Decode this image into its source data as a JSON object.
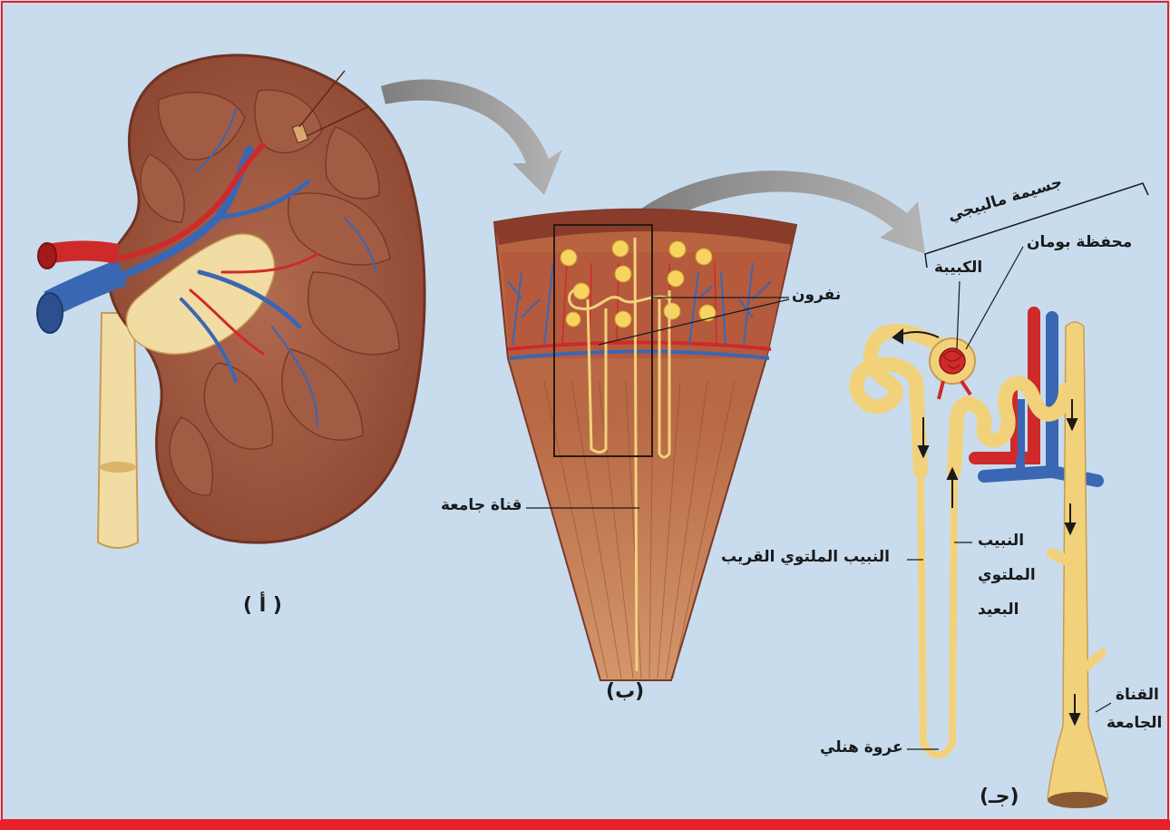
{
  "panels": {
    "a": "( أ )",
    "b": "(ب)",
    "c": "(جـ)"
  },
  "labels": {
    "nephron": "نفرون",
    "collecting_duct_b": "قناة جامعة",
    "malpighian_body": "جسيمة مالبيجي",
    "bowman_capsule": "محفظة بومان",
    "glomerulus": "الكبيبة",
    "proximal_tubule": "النبيب الملتوي القريب",
    "distal_tubule_1": "النبيب",
    "distal_tubule_2": "الملتوي",
    "distal_tubule_3": "البعيد",
    "henle_loop": "عروة هنلي",
    "collecting_duct_c_1": "القناة",
    "collecting_duct_c_2": "الجامعة"
  },
  "colors": {
    "background": "#c9dcee",
    "border": "#e8202a",
    "kidney_outer": "#8d4a34",
    "kidney_inner": "#a66048",
    "pelvis": "#f1dca3",
    "vein": "#3a67b3",
    "artery": "#cf2a2a",
    "tubule": "#f1d27a",
    "arrow": "#8f8f8f"
  }
}
